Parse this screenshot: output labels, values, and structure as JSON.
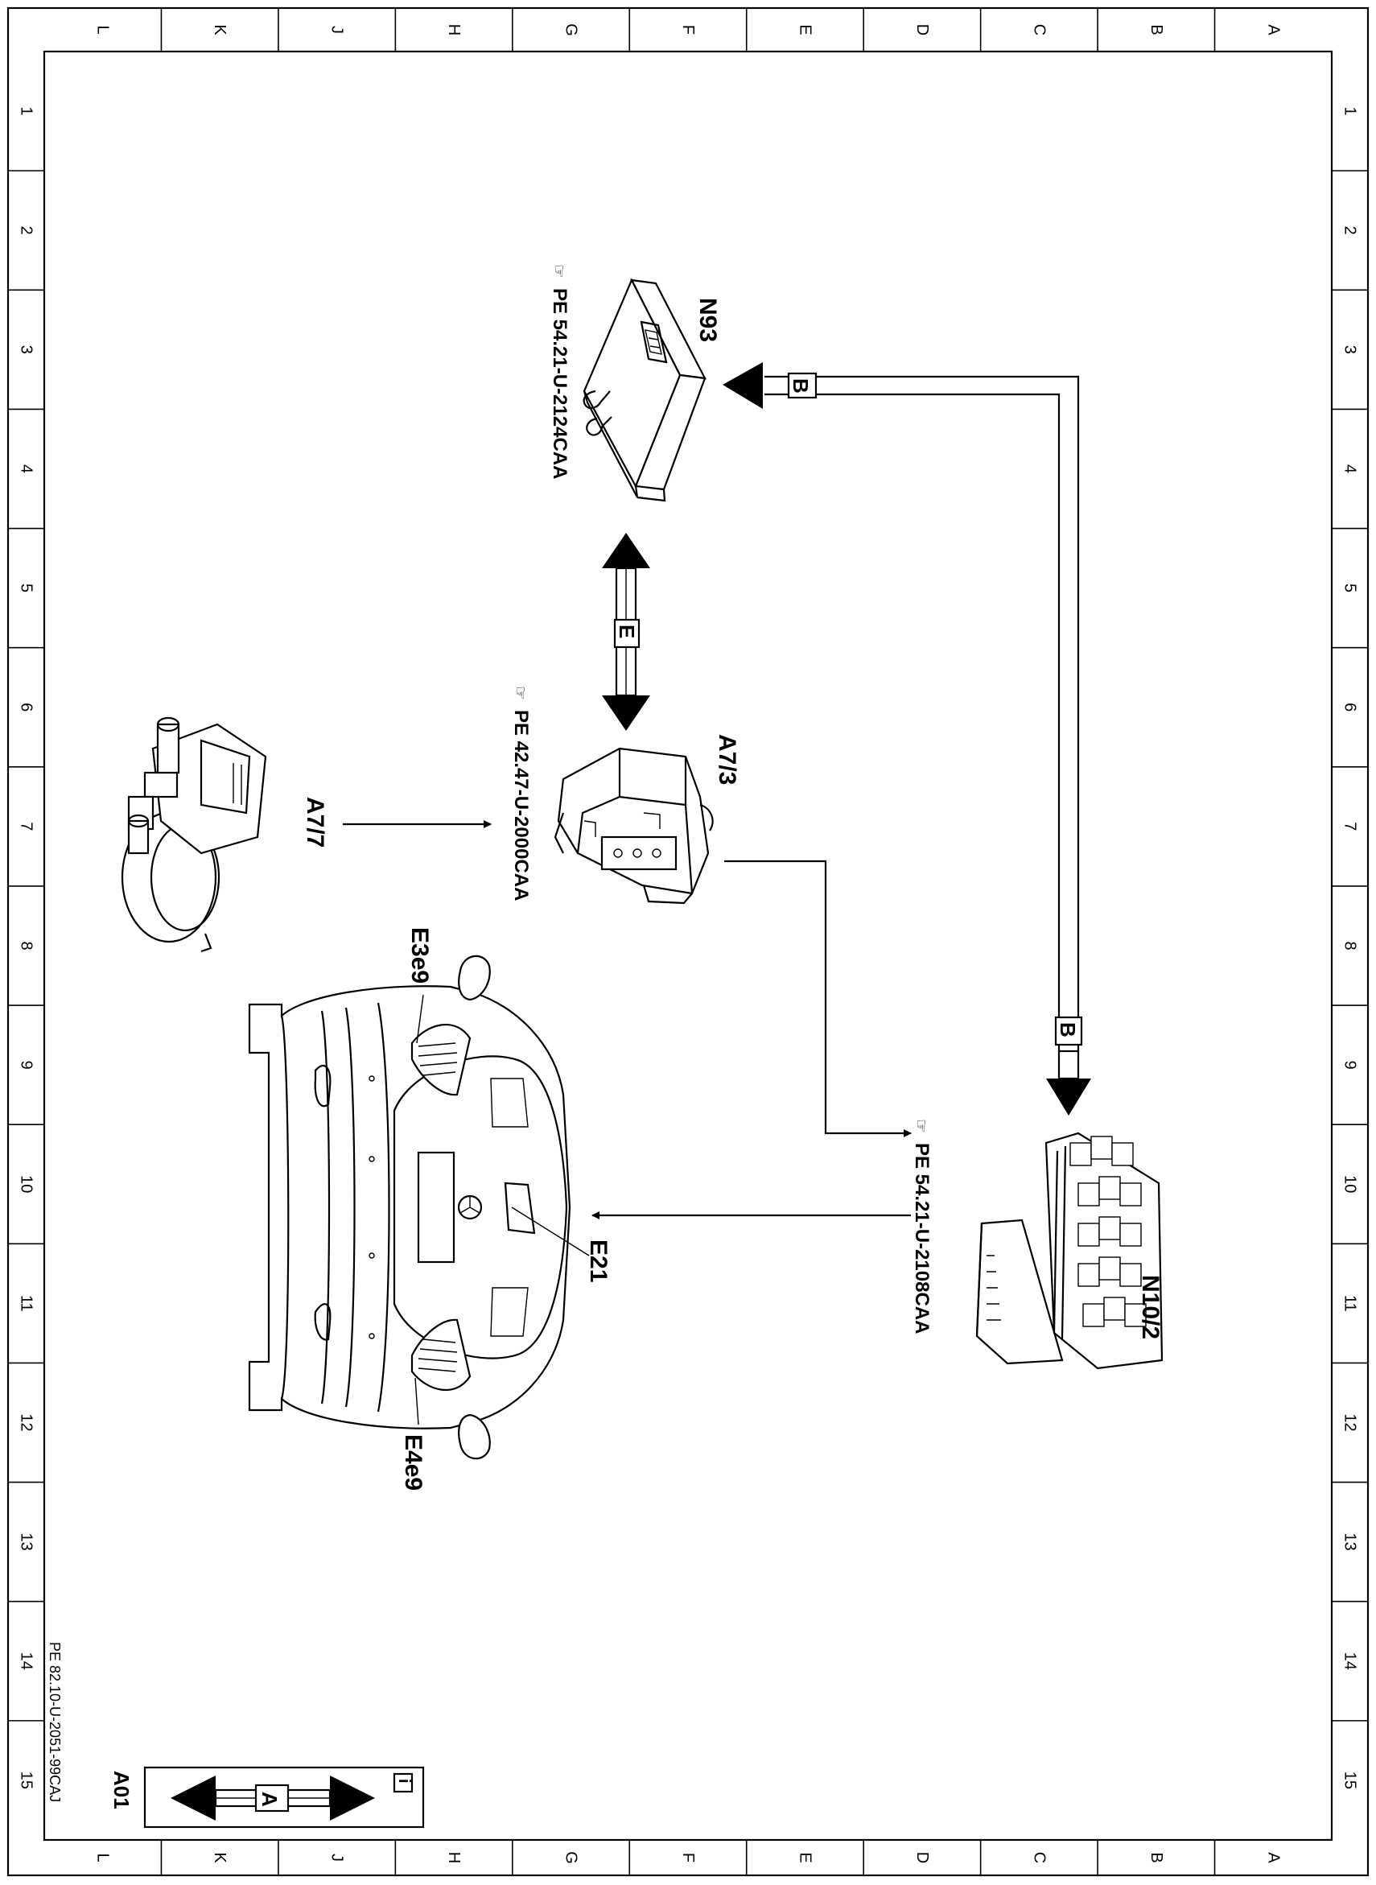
{
  "grid": {
    "letters": [
      "L",
      "K",
      "J",
      "H",
      "G",
      "F",
      "E",
      "D",
      "C",
      "B",
      "A"
    ],
    "numbers": [
      "1",
      "2",
      "3",
      "4",
      "5",
      "6",
      "7",
      "8",
      "9",
      "10",
      "11",
      "12",
      "13",
      "14",
      "15"
    ]
  },
  "components": {
    "n93": {
      "label": "N93",
      "ref": "PE 54.21-U-2124CAA"
    },
    "a7_3": {
      "label": "A7/3",
      "ref": "PE 42.47-U-2000CAA"
    },
    "a7_7": {
      "label": "A7/7"
    },
    "n10_2": {
      "label": "N10/2",
      "ref": "PE 54.21-U-2108CAA"
    },
    "vehicle": {
      "e21": "E21",
      "e3e9": "E3e9",
      "e4e9": "E4e9"
    }
  },
  "connections": {
    "b_label": "B",
    "e_label": "E"
  },
  "legend": {
    "label": "A",
    "info_icon": "i",
    "code": "A01"
  },
  "document_ref": "PE 82.10-U-2051-99CAJ"
}
